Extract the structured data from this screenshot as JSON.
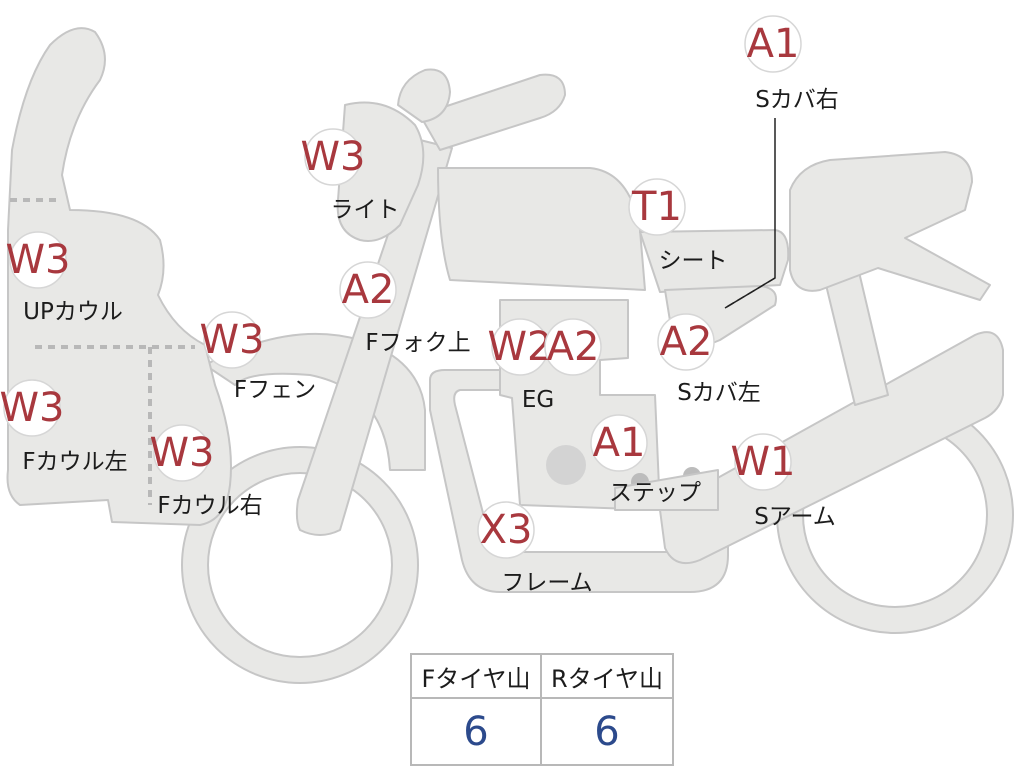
{
  "colors": {
    "code": "#a8383e",
    "label": "#1c1c1c",
    "part_fill": "#e8e8e6",
    "outline": "#c6c6c6",
    "tread_value": "#2c4a8c"
  },
  "parts": [
    {
      "id": "upcowl",
      "code": "W3",
      "label": "UPカウル"
    },
    {
      "id": "fcowl-left",
      "code": "W3",
      "label": "Fカウル左"
    },
    {
      "id": "fcowl-right",
      "code": "W3",
      "label": "Fカウル右"
    },
    {
      "id": "ffender",
      "code": "W3",
      "label": "Fフェン"
    },
    {
      "id": "light",
      "code": "W3",
      "label": "ライト"
    },
    {
      "id": "ffork-upper",
      "code": "A2",
      "label": "Fフォク上"
    },
    {
      "id": "engine-w",
      "code": "W2",
      "label": "EG"
    },
    {
      "id": "engine-a",
      "code": "A2",
      "label": ""
    },
    {
      "id": "step",
      "code": "A1",
      "label": "ステップ"
    },
    {
      "id": "frame",
      "code": "X3",
      "label": "フレーム"
    },
    {
      "id": "seat",
      "code": "T1",
      "label": "シート"
    },
    {
      "id": "scover-left",
      "code": "A2",
      "label": "Sカバ左"
    },
    {
      "id": "scover-right",
      "code": "A1",
      "label": "Sカバ右"
    },
    {
      "id": "swingarm",
      "code": "W1",
      "label": "Sアーム"
    }
  ],
  "tread": {
    "front_header": "Fタイヤ山",
    "rear_header": "Rタイヤ山",
    "front_value": "6",
    "rear_value": "6"
  }
}
